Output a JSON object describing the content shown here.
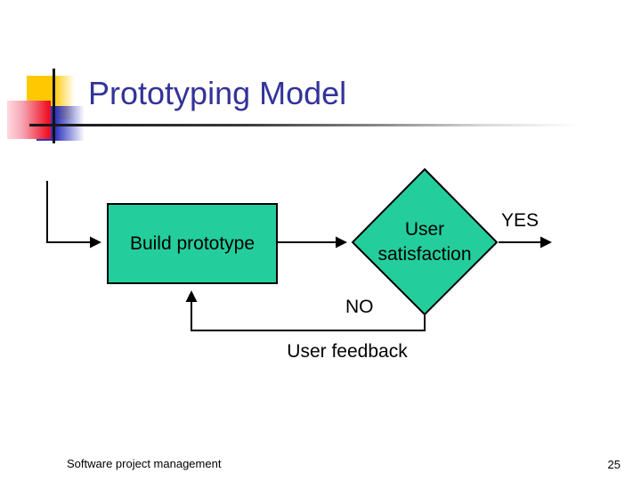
{
  "slide": {
    "title": "Prototyping Model",
    "footer_left": "Software project management",
    "slide_number": "25"
  },
  "colors": {
    "title_text": "#333399",
    "shape_fill_teal": "#24ce9c",
    "shape_border": "#000000",
    "connector": "#000000",
    "deco_yellow": "#ffc800",
    "deco_red": "#ee1122",
    "deco_blue": "#2f35c0"
  },
  "flowchart": {
    "build_box_label": "Build prototype",
    "decision_line1": "User",
    "decision_line2": "satisfaction",
    "label_yes": "YES",
    "label_no": "NO",
    "label_feedback": "User feedback"
  }
}
